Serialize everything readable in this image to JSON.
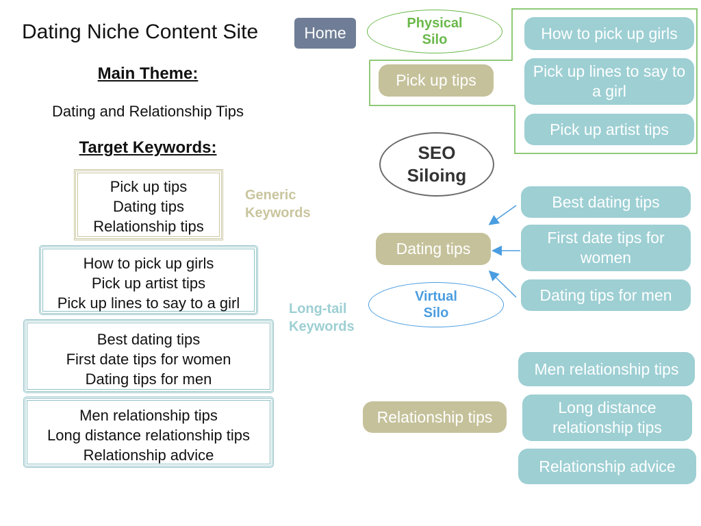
{
  "title": "Dating Niche Content Site",
  "main_theme": {
    "heading": "Main Theme:",
    "value": "Dating and Relationship Tips"
  },
  "target_keywords": {
    "heading": "Target Keywords:",
    "generic_label": "Generic Keywords",
    "longtail_label": "Long-tail Keywords",
    "groups": [
      [
        "Pick up tips",
        "Dating tips",
        "Relationship tips"
      ],
      [
        "How to pick up girls",
        "Pick up artist tips",
        "Pick up lines to say to a girl"
      ],
      [
        "Best dating tips",
        "First date tips for women",
        "Dating tips for men"
      ],
      [
        "Men relationship tips",
        "Long distance relationship tips",
        "Relationship advice"
      ]
    ]
  },
  "diagram": {
    "home": "Home",
    "physical_silo": "Physical Silo",
    "virtual_silo": "Virtual Silo",
    "seo_siloing": "SEO Siloing",
    "parents": [
      "Pick up tips",
      "Dating tips",
      "Relationship tips"
    ],
    "pickup_children": [
      "How to pick up girls",
      "Pick up lines to say to a girl",
      "Pick up artist tips"
    ],
    "dating_children": [
      "Best dating tips",
      "First date tips for women",
      "Dating tips for men"
    ],
    "relationship_children": [
      "Men relationship tips",
      "Long distance relationship tips",
      "Relationship advice"
    ]
  },
  "colors": {
    "generic": "#c9c59e",
    "longtail": "#9dcfd3",
    "physical_silo": "#6ab84a",
    "virtual_silo": "#4a9de0",
    "home": "#6f7e96",
    "arrow": "#4a9de0"
  }
}
